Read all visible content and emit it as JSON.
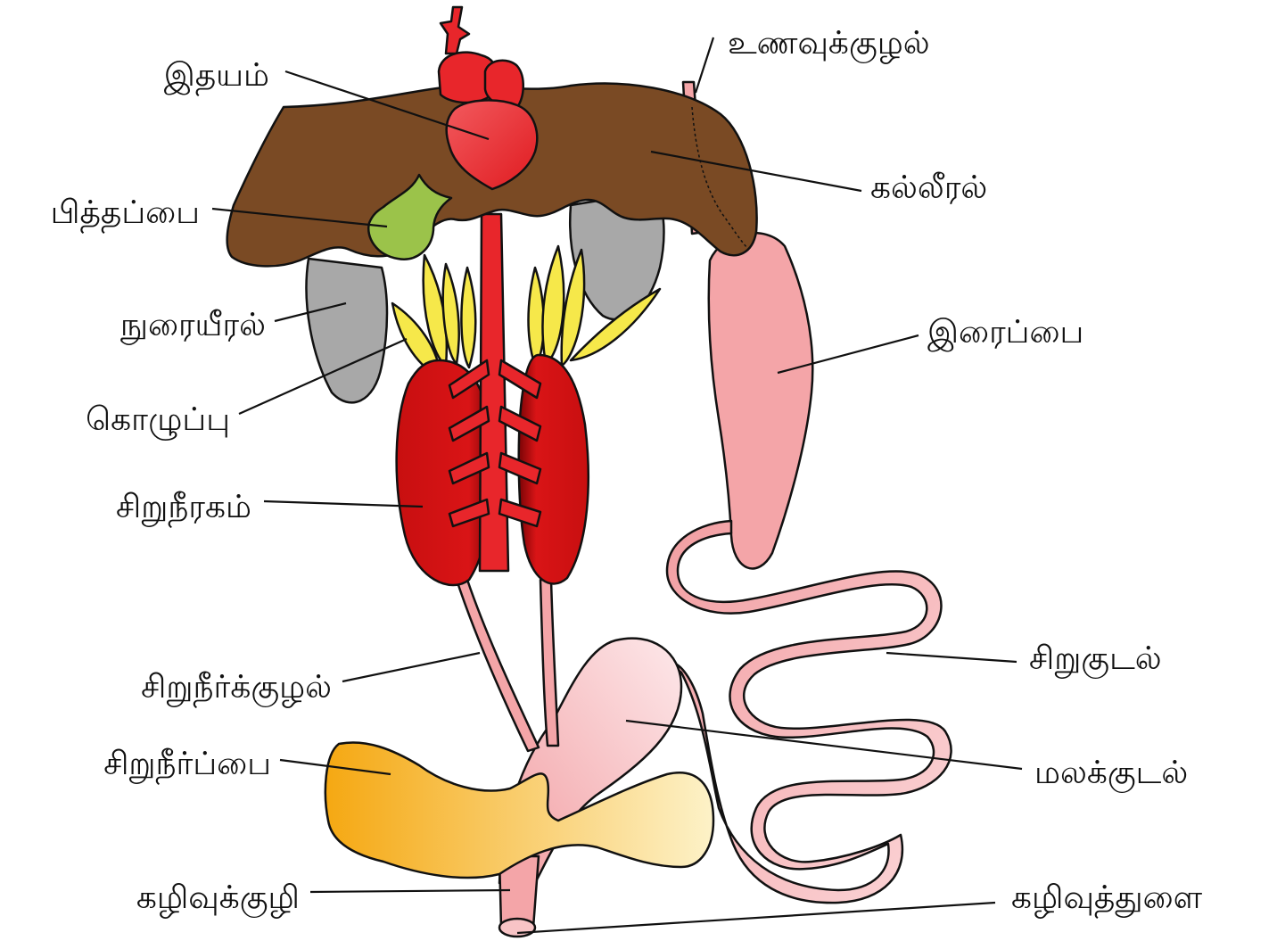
{
  "labels": {
    "heart": "இதயம்",
    "esophagus": "உணவுக்குழல்",
    "gallbladder": "பித்தப்பை",
    "liver": "கல்லீரல்",
    "lung": "நுரையீரல்",
    "stomach": "இரைப்பை",
    "fat_body": "கொழுப்பு",
    "kidney": "சிறுநீரகம்",
    "small_intestine": "சிறுகுடல்",
    "ureter": "சிறுநீர்க்குழல்",
    "large_intestine": "மலக்குடல்",
    "urinary_bladder": "சிறுநீர்ப்பை",
    "cloaca": "கழிவுக்குழி",
    "cloacal_opening": "கழிவுத்துளை"
  },
  "colors": {
    "liver": "#7a4a24",
    "heart": "#e8262b",
    "gallbladder": "#9bc34a",
    "lung": "#a8a8a8",
    "fat_body": "#f6e84a",
    "kidney": "#c80f10",
    "intestine": "#f4a5a8",
    "bladder": "#f7b21a",
    "outline": "#111111"
  }
}
